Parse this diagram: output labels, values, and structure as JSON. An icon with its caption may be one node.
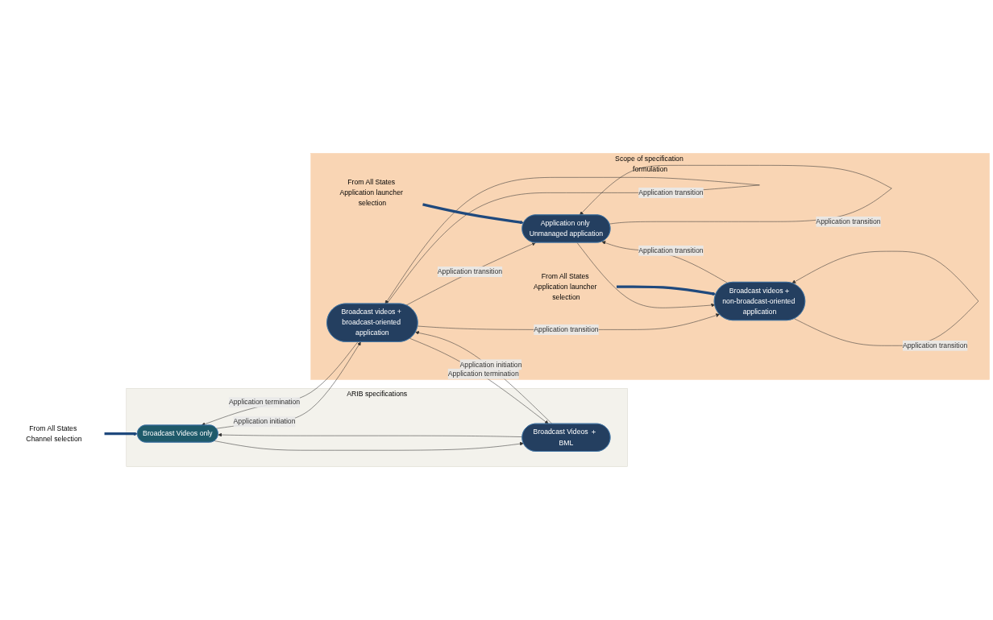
{
  "diagram": {
    "nodes": [
      {
        "text": [
          "From All States Channel selection"
        ]
      },
      {
        "text": [
          "ARIB specifications"
        ]
      },
      {
        "text": [
          "Broadcast Videos only"
        ],
        "in": 1
      },
      {
        "text": [
          "Broadcast Videos ＋ BML"
        ],
        "in": 1
      },
      {
        "text": [
          "Scope of specification formulation"
        ]
      },
      {
        "text": [
          "Broadcast videos + broadcast-oriented application"
        ],
        "in": 4
      },
      {
        "text": [
          "Application only Unmanaged application"
        ],
        "in": 4
      },
      {
        "text": [
          "From All States Application launcher selection"
        ],
        "in": 4
      },
      {
        "text": [
          "Broadcast videos＋non-broadcast-oriented application"
        ],
        "in": 4
      },
      {
        "text": [
          "From All States Application launcher selection"
        ],
        "in": 4
      }
    ],
    "edges": [
      {
        "from": 0,
        "to": 2,
        "arrow": "to",
        "style": "thick",
        "color": "#1f497d"
      },
      {
        "from": 2,
        "to": 5,
        "arrow": "to",
        "label": "Application initiation"
      },
      {
        "from": 5,
        "to": 2,
        "arrow": "to",
        "label": "Application termination"
      },
      {
        "from": 2,
        "to": 3,
        "arrow": "to"
      },
      {
        "from": 3,
        "to": 2,
        "arrow": "to"
      },
      {
        "from": 3,
        "to": 5,
        "arrow": "to",
        "label": "Application initiation"
      },
      {
        "from": 5,
        "to": 3,
        "arrow": "to",
        "label": "Application termination"
      },
      {
        "from": 5,
        "to": 5,
        "arrow": "to",
        "label": "Application transition"
      },
      {
        "from": 5,
        "to": 6,
        "arrow": "to",
        "label": "Application transition"
      },
      {
        "from": 6,
        "to": 6,
        "arrow": "to",
        "label": "Application transition"
      },
      {
        "from": 5,
        "to": 8,
        "arrow": "to",
        "label": "Application transition"
      },
      {
        "from": 8,
        "to": 8,
        "arrow": "to",
        "label": "Application transition"
      },
      {
        "from": 7,
        "to": 6,
        "arrow": "to",
        "style": "thick",
        "color": "#1f497d"
      },
      {
        "from": 6,
        "to": 8,
        "arrow": "to"
      },
      {
        "from": 8,
        "to": 6,
        "arrow": "to",
        "label": "Application transition"
      },
      {
        "from": 9,
        "to": 8,
        "arrow": "to",
        "style": "thick",
        "color": "#1f497d"
      }
    ]
  }
}
